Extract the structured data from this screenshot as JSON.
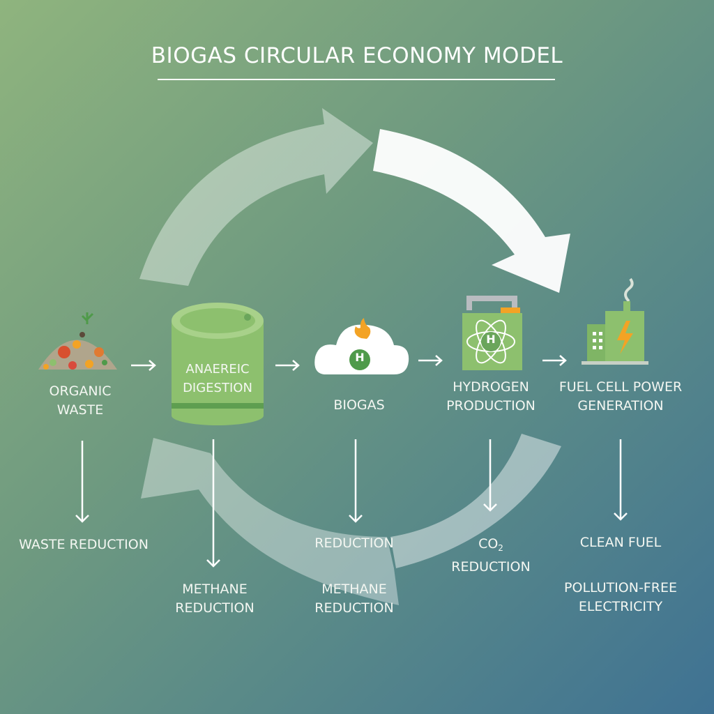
{
  "title": "BIOGAS CIRCULAR ECONOMY MODEL",
  "stages": [
    {
      "label": "ORGANIC\nWASTE"
    },
    {
      "label": "ANAEREIC\nDIGESTION"
    },
    {
      "label": "BIOGAS",
      "badge": "H"
    },
    {
      "label": "HYDROGEN\nPRODUCTION",
      "badge": "H"
    },
    {
      "label": "FUEL CELL POWER\nGENERATION"
    }
  ],
  "benefits": [
    {
      "label": "WASTE REDUCTION"
    },
    {
      "label": "METHANE\nREDUCTION"
    },
    {
      "label": "REDUCTION"
    },
    {
      "label": "METHANE\nREDUCTION"
    },
    {
      "co2_main": "CO",
      "co2_sub": "2",
      "label": "REDUCTION"
    },
    {
      "label": "CLEAN FUEL"
    },
    {
      "label": "POLLUTION-FREE\nELECTRICITY"
    }
  ],
  "colors": {
    "green": "#8dc06e",
    "dark_green": "#4f9a4a",
    "orange": "#f3a325",
    "white": "#ffffff"
  },
  "icons": [
    "compost-pile-icon",
    "digester-tank-icon",
    "biogas-cloud-icon",
    "hydrogen-tank-icon",
    "power-plant-icon"
  ]
}
